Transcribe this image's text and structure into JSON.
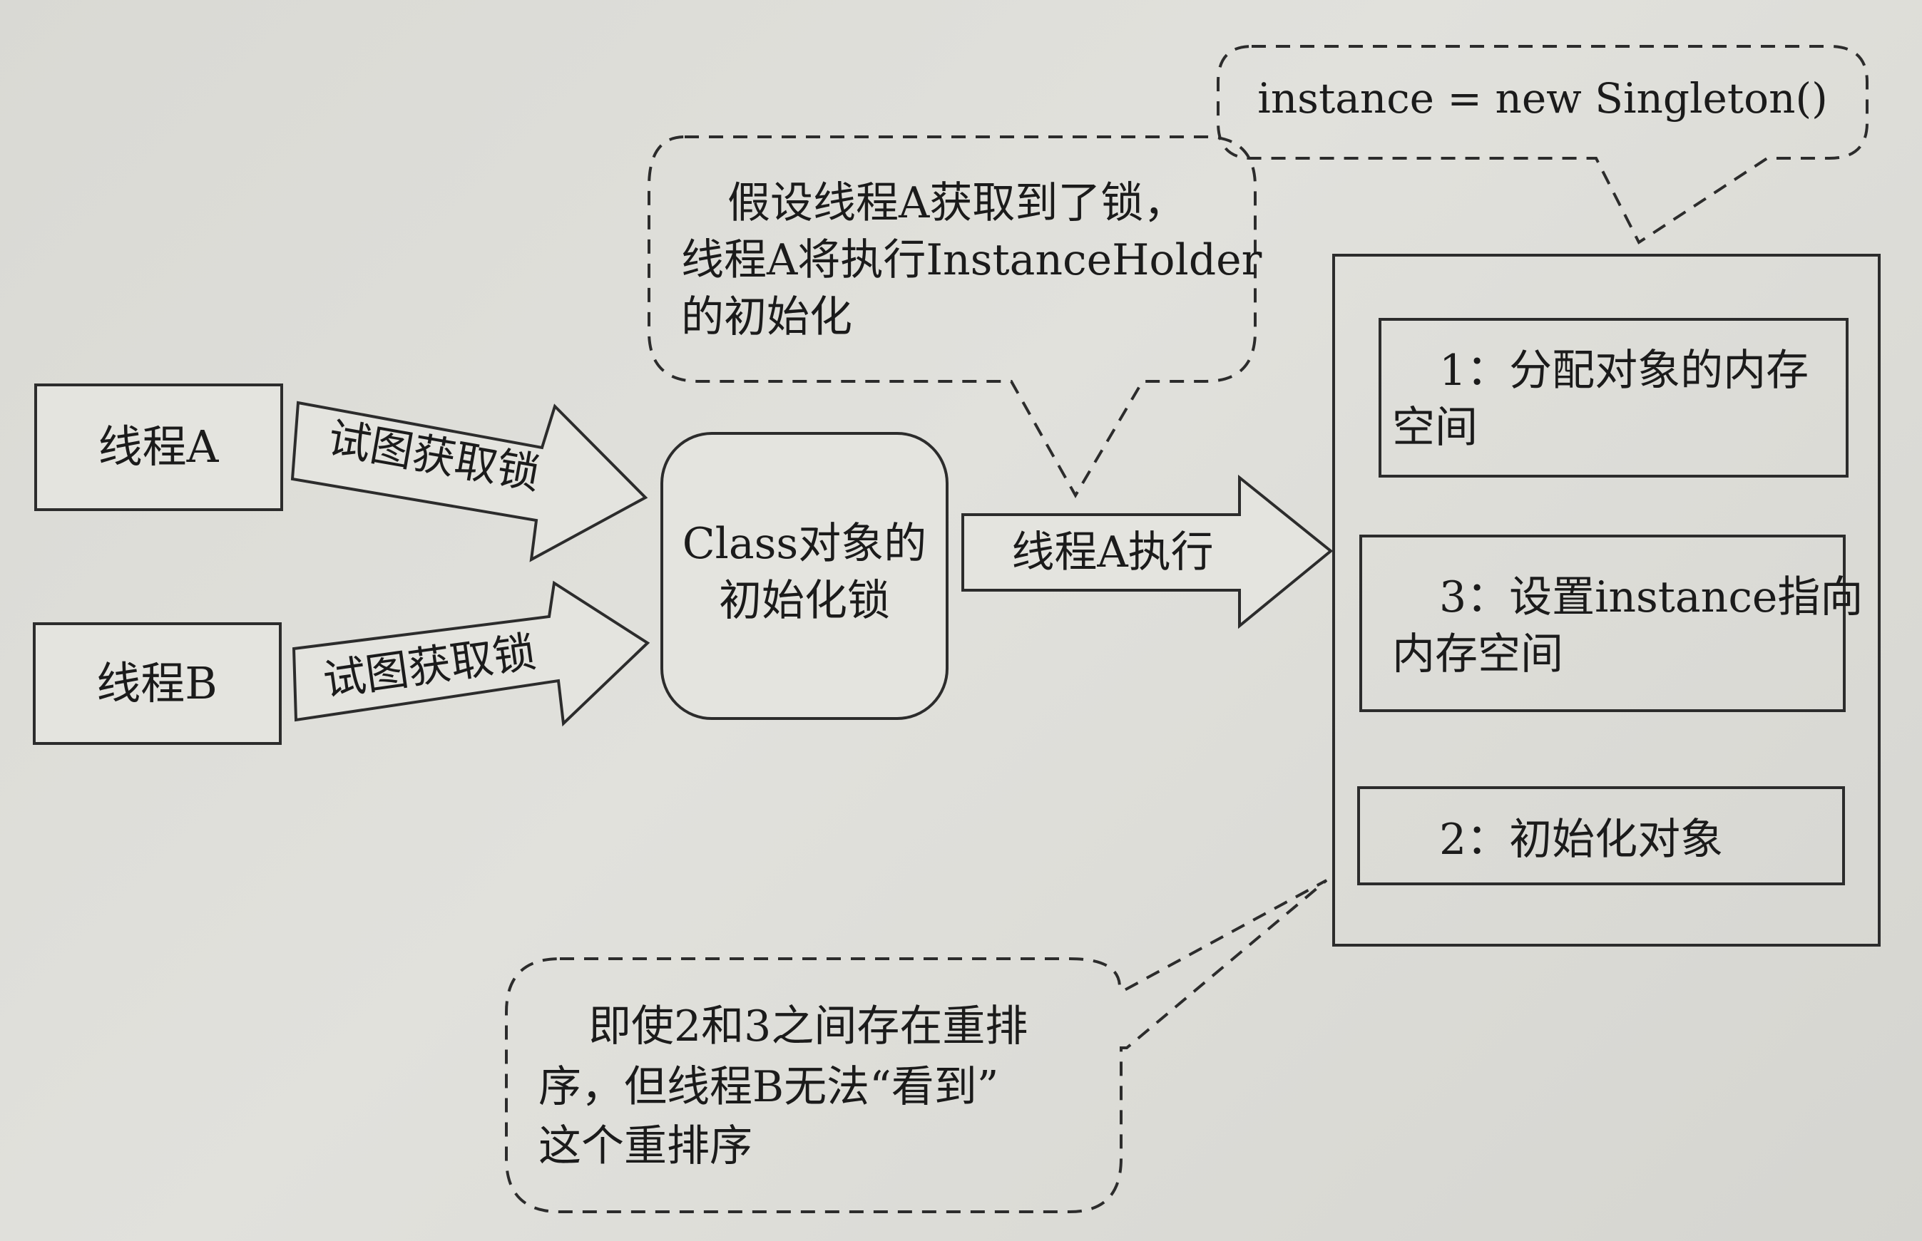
{
  "thread_a": {
    "label": "线程A"
  },
  "thread_b": {
    "label": "线程B"
  },
  "arrow_a": {
    "label": "试图获取锁"
  },
  "arrow_b": {
    "label": "试图获取锁"
  },
  "lock": {
    "line1": "Class对象的",
    "line2": "初始化锁"
  },
  "arrow_exec": {
    "label": "线程A执行"
  },
  "bubble_top": {
    "line1": "假设线程A获取到了锁，",
    "line2": "线程A将执行InstanceHolder",
    "line3": "的初始化"
  },
  "bubble_instance": {
    "label": "instance = new Singleton()"
  },
  "steps": [
    {
      "line1": "1：分配对象的内存",
      "line2": "空间"
    },
    {
      "line1": "3：设置instance指向",
      "line2": "内存空间"
    },
    {
      "line1": "2：初始化对象"
    }
  ],
  "bubble_bottom": {
    "line1": "即使2和3之间存在重排",
    "line2": "序，但线程B无法“看到”",
    "line3": "这个重排序"
  }
}
